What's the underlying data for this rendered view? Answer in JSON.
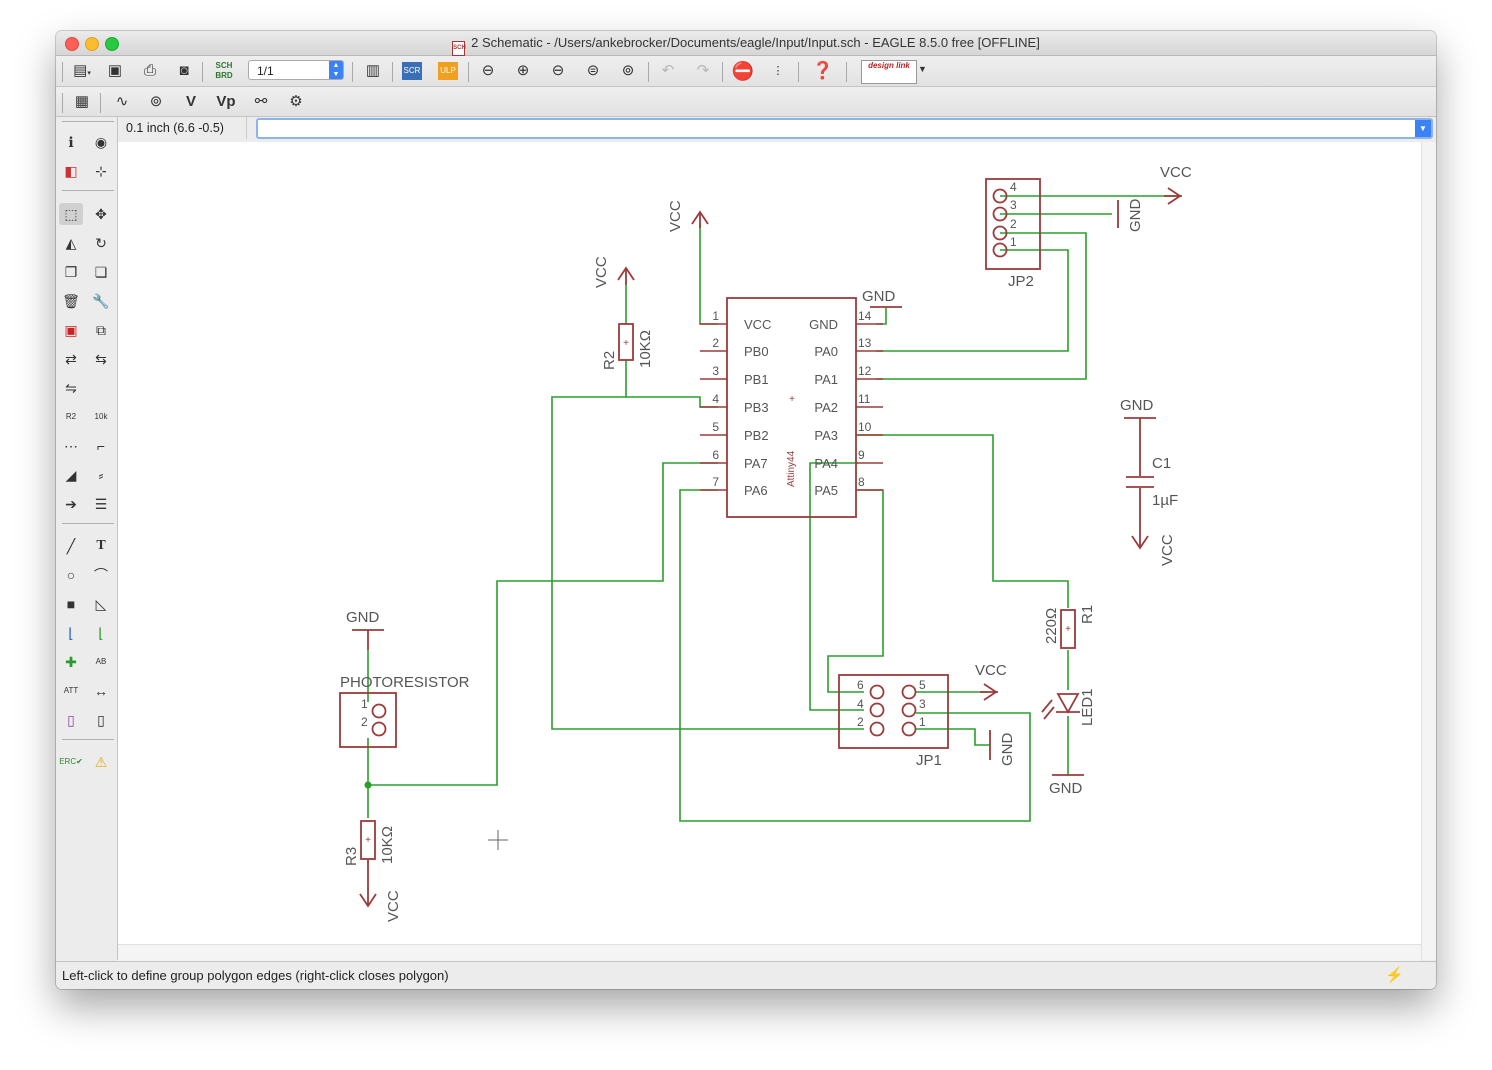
{
  "window": {
    "title": "2 Schematic - /Users/ankebrocker/Documents/eagle/Input/Input.sch - EAGLE 8.5.0 free [OFFLINE]"
  },
  "toolbar": {
    "sheet_value": "1/1",
    "icons": [
      "open-icon",
      "save-icon",
      "print-icon",
      "cam-icon",
      "board-switch-icon",
      "sheet-select",
      "library-icon",
      "script-icon",
      "ulp-icon",
      "zoom-fit-icon",
      "zoom-in-icon",
      "zoom-out-icon",
      "zoom-select-icon",
      "zoom-area-icon",
      "undo-icon",
      "redo-icon",
      "stop-icon",
      "go-icon",
      "help-icon",
      "design-link-icon"
    ],
    "design_link_label": "design link"
  },
  "toolbar2": {
    "labels": {
      "value": "V",
      "value_place": "Vp"
    }
  },
  "command": {
    "coords": "0.1 inch (6.6 -0.5)",
    "value": ""
  },
  "left_tools": [
    "info",
    "show",
    "display",
    "mark",
    "group",
    "move",
    "mirror",
    "rotate",
    "copy",
    "paste",
    "delete",
    "change",
    "add",
    "replace",
    "invoke",
    "gate-swap",
    "pin-swap",
    "name",
    "value",
    "smash",
    "miter",
    "split",
    "optimize",
    "move-sheet",
    "wire",
    "text",
    "circle",
    "arc",
    "rect",
    "polygon",
    "bus",
    "net",
    "junction",
    "label",
    "attribute",
    "dimension",
    "frame",
    "erc",
    "errors"
  ],
  "schematic": {
    "ic": {
      "name": "Attiny44",
      "left_pins": [
        {
          "num": "1",
          "name": "VCC"
        },
        {
          "num": "2",
          "name": "PB0"
        },
        {
          "num": "3",
          "name": "PB1"
        },
        {
          "num": "4",
          "name": "PB3"
        },
        {
          "num": "5",
          "name": "PB2"
        },
        {
          "num": "6",
          "name": "PA7"
        },
        {
          "num": "7",
          "name": "PA6"
        }
      ],
      "right_pins": [
        {
          "num": "14",
          "name": "GND"
        },
        {
          "num": "13",
          "name": "PA0"
        },
        {
          "num": "12",
          "name": "PA1"
        },
        {
          "num": "11",
          "name": "PA2"
        },
        {
          "num": "10",
          "name": "PA3"
        },
        {
          "num": "9",
          "name": "PA4"
        },
        {
          "num": "8",
          "name": "PA5"
        }
      ]
    },
    "labels": {
      "vcc": "VCC",
      "gnd": "GND",
      "r2_name": "R2",
      "r2_value": "10KΩ",
      "r3_name": "R3",
      "r3_value": "10KΩ",
      "r1_name": "R1",
      "r1_value": "220Ω",
      "c1_name": "C1",
      "c1_value": "1µF",
      "led1_name": "LED1",
      "jp1_name": "JP1",
      "jp2_name": "JP2",
      "photoresistor": "PHOTORESISTOR",
      "jp2_pins": [
        "4",
        "3",
        "2",
        "1"
      ],
      "jp1_pins": [
        "6",
        "5",
        "4",
        "3",
        "2",
        "1"
      ],
      "photo_pins": [
        "1",
        "2"
      ]
    }
  },
  "status": {
    "message": "Left-click to define group polygon edges (right-click closes polygon)"
  }
}
